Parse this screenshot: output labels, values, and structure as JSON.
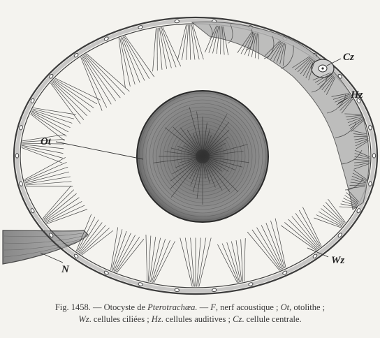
{
  "figure": {
    "labels": {
      "ot": "Ot",
      "cz": "Cz",
      "hz": "Hz",
      "n": "N",
      "wz": "Wz"
    }
  },
  "caption": {
    "figno": "Fig. 1458.",
    "dash1": " — Otocyste de ",
    "species": "Pterotrachæa.",
    "dash2": " — ",
    "f_abbr": "F",
    "f_text": ", nerf acoustique ; ",
    "ot_abbr": "Ot",
    "ot_text": ", otolithe ;",
    "wz_abbr": "Wz",
    "wz_text": ". cellules ciliées ; ",
    "hz_abbr": "Hz",
    "hz_text": ". cellules auditives ; ",
    "cz_abbr": "Cz",
    "cz_text": ". cellule centrale."
  },
  "colors": {
    "ink": "#3c3c3c",
    "wall": "#a9a9a9",
    "otolith": "#6d6d6d",
    "background": "#f4f3ef"
  }
}
